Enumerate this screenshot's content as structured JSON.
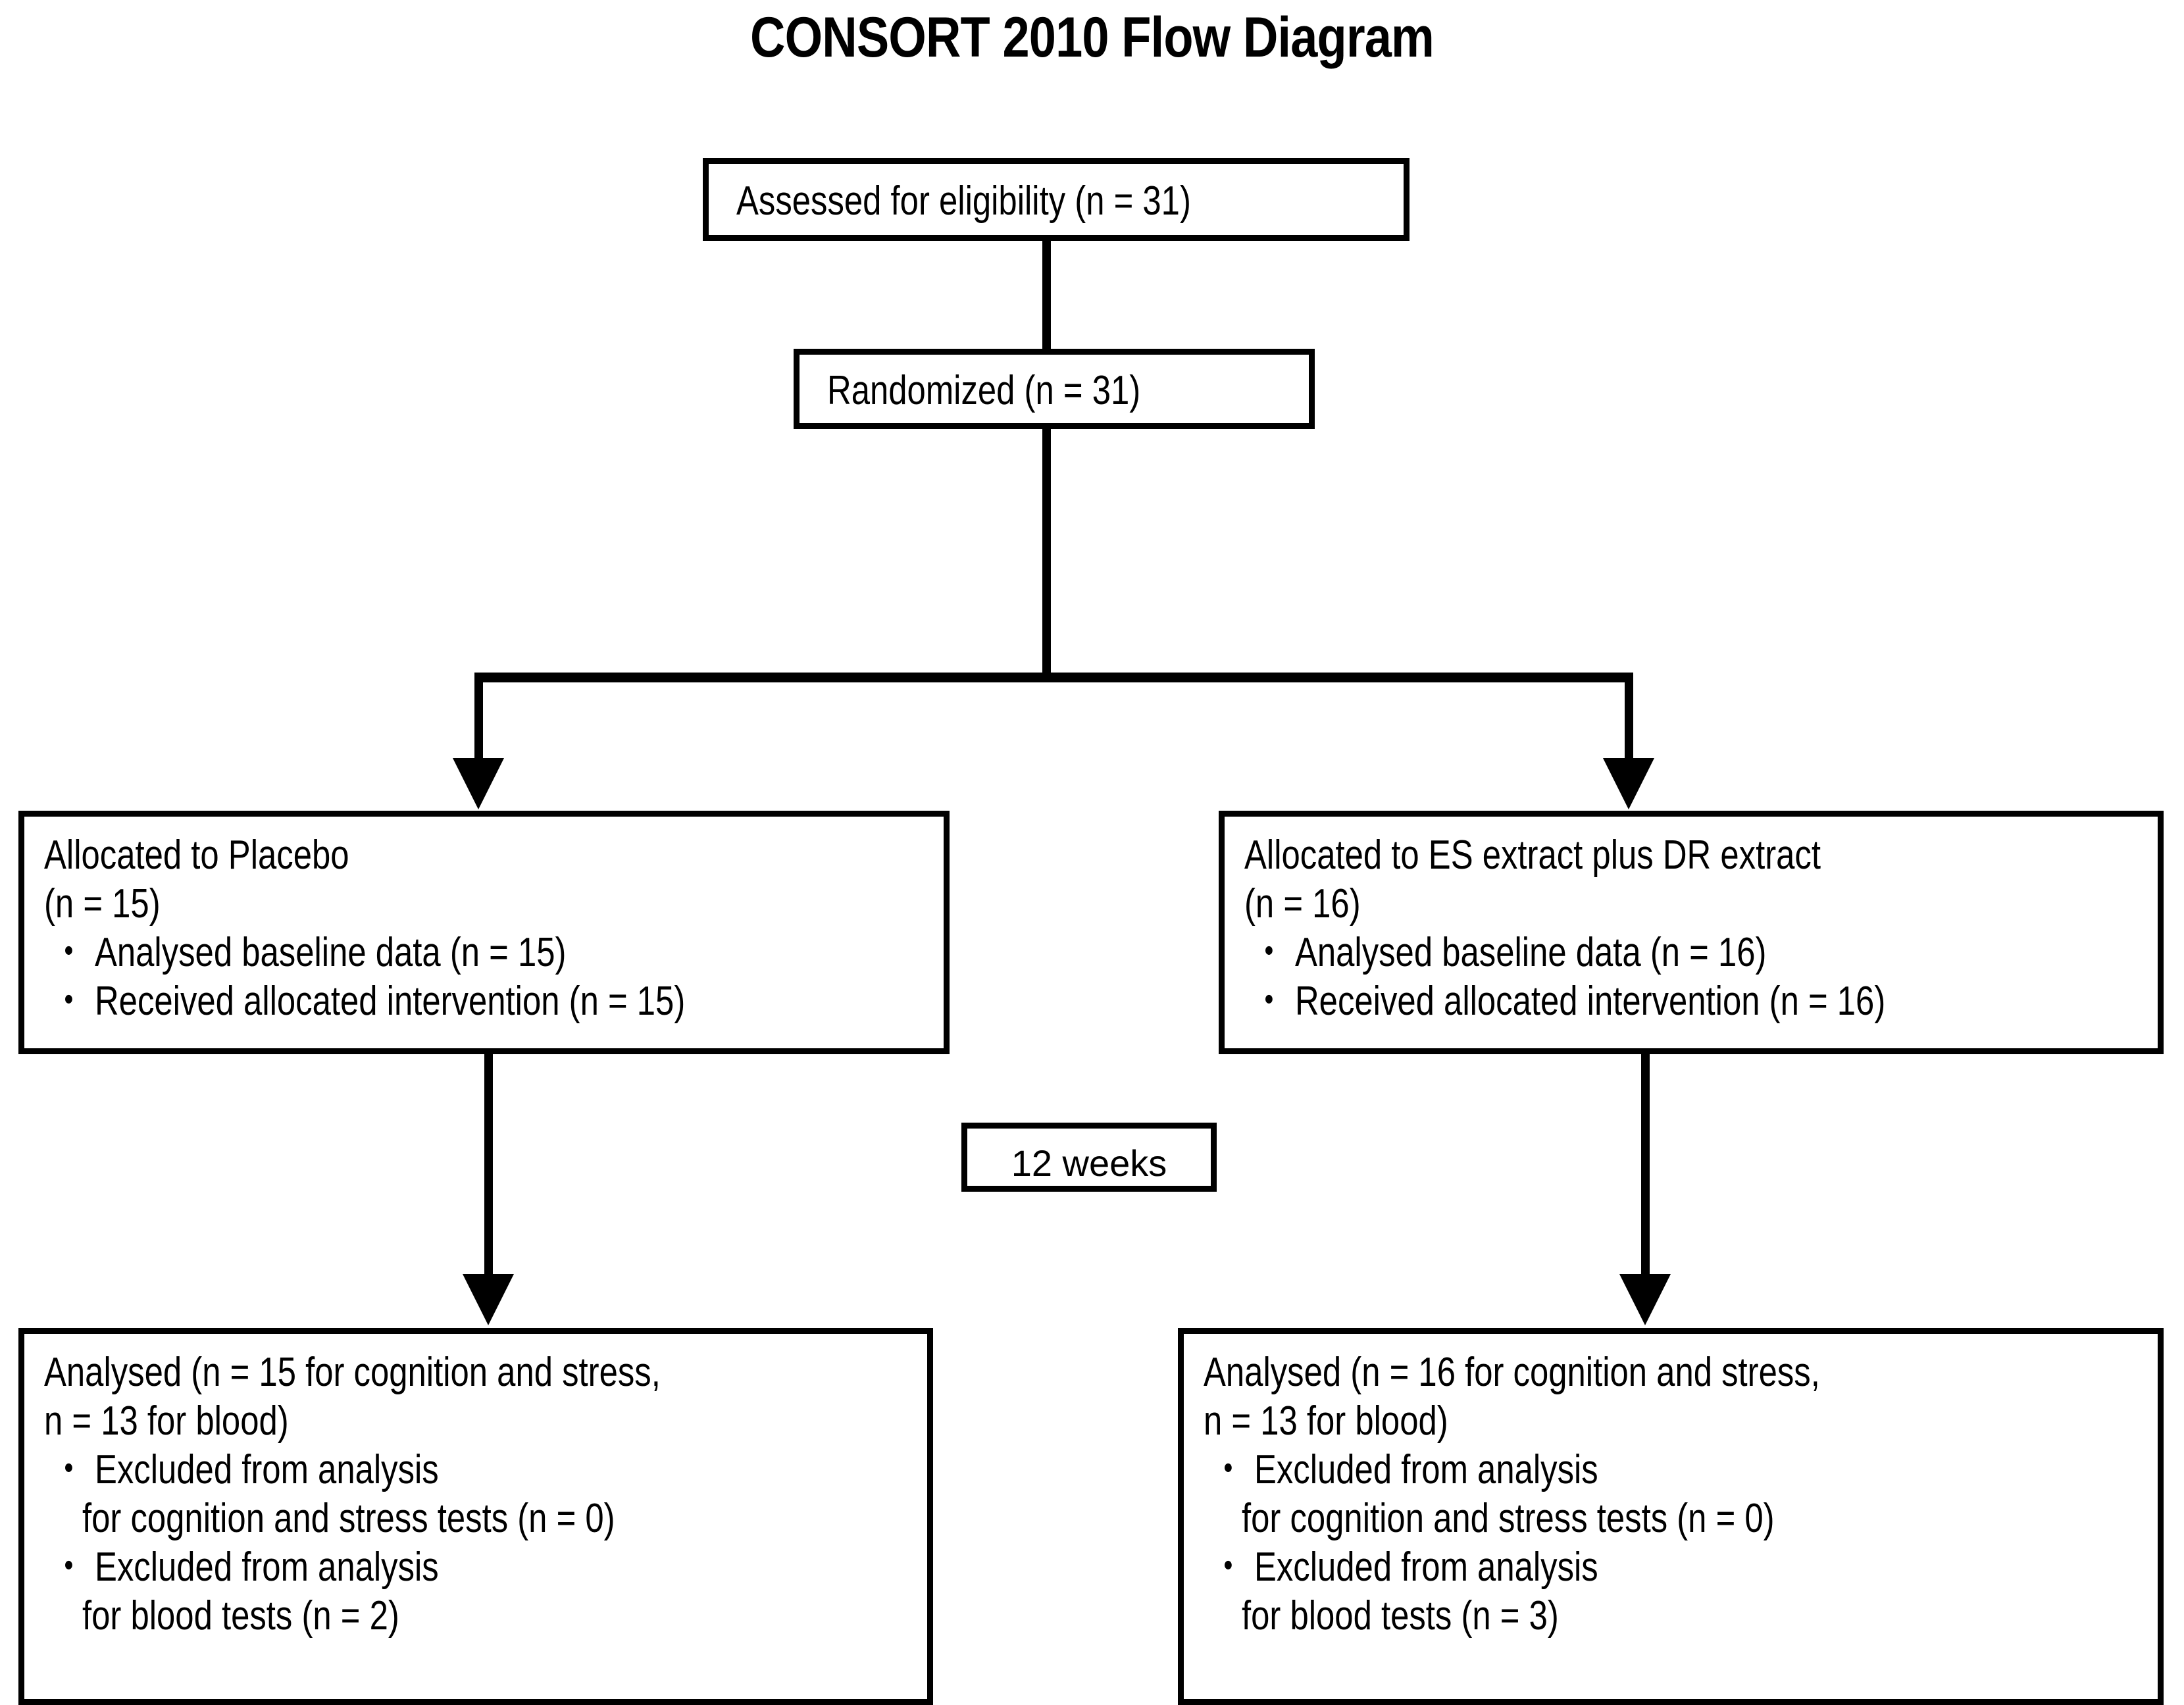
{
  "title": "CONSORT 2010 Flow Diagram",
  "nodes": {
    "assessed": {
      "text": "Assessed  for eligibility  (n = 31)"
    },
    "randomized": {
      "text": "Randomized  (n = 31)"
    },
    "allocation_left": {
      "line1": "Allocated  to Placebo",
      "line2": "(n = 15)",
      "line3": "・ Analysed  baseline data (n = 15)",
      "line4": "・ Received allocated intervention (n = 15)"
    },
    "allocation_right": {
      "line1": "Allocated  to ES extract plus DR extract",
      "line2": "(n = 16)",
      "line3": "・ Analysed  baseline data (n = 16)",
      "line4": "・ Received allocated intervention (n = 16)"
    },
    "interval": {
      "text": "12 weeks"
    },
    "analysed_left": {
      "line1": "Analysed  (n = 15 for cognition and stress,",
      "line2": "n = 13 for blood)",
      "line3": "・ Excluded  from analysis",
      "line4": "for cognition and stress tests (n = 0)",
      "line5": "・ Excluded  from analysis",
      "line6": "for blood tests (n = 2)"
    },
    "analysed_right": {
      "line1": "Analysed  (n = 16 for cognition and stress,",
      "line2": "n = 13 for blood)",
      "line3": "・ Excluded  from analysis",
      "line4": "for cognition and stress tests (n = 0)",
      "line5": "・ Excluded  from analysis",
      "line6": "for blood tests (n = 3)"
    }
  },
  "chart_data": {
    "type": "diagram",
    "diagram_kind": "CONSORT flow diagram",
    "title": "CONSORT 2010 Flow Diagram",
    "colors": {
      "stroke": "#000000",
      "fill": "#ffffff",
      "text": "#000000"
    },
    "stages": [
      {
        "id": "enrollment",
        "label": "Assessed  for eligibility  (n = 31)",
        "n": 31
      },
      {
        "id": "randomization",
        "label": "Randomized  (n = 31)",
        "n": 31
      },
      {
        "id": "allocation-placebo",
        "label": "Allocated  to Placebo",
        "n": 15,
        "items": [
          {
            "text": "Analysed  baseline data",
            "n": 15
          },
          {
            "text": "Received allocated intervention",
            "n": 15
          }
        ]
      },
      {
        "id": "allocation-treatment",
        "label": "Allocated  to ES extract plus DR extract",
        "n": 16,
        "items": [
          {
            "text": "Analysed  baseline data",
            "n": 16
          },
          {
            "text": "Received allocated intervention",
            "n": 16
          }
        ]
      },
      {
        "id": "interval",
        "label": "12 weeks"
      },
      {
        "id": "analysis-placebo",
        "label": "Analysed",
        "n_cognition_stress": 15,
        "n_blood": 13,
        "items": [
          {
            "text": "Excluded  from analysis for cognition and stress tests",
            "n": 0
          },
          {
            "text": "Excluded  from analysis for blood tests",
            "n": 2
          }
        ]
      },
      {
        "id": "analysis-treatment",
        "label": "Analysed",
        "n_cognition_stress": 16,
        "n_blood": 13,
        "items": [
          {
            "text": "Excluded  from analysis for cognition and stress tests",
            "n": 0
          },
          {
            "text": "Excluded  from analysis for blood tests",
            "n": 3
          }
        ]
      }
    ],
    "edges": [
      {
        "from": "enrollment",
        "to": "randomization",
        "style": "plain-line"
      },
      {
        "from": "randomization",
        "to": "allocation-placebo",
        "style": "elbow-arrow"
      },
      {
        "from": "randomization",
        "to": "allocation-treatment",
        "style": "elbow-arrow"
      },
      {
        "from": "allocation-placebo",
        "to": "analysis-placebo",
        "style": "arrow"
      },
      {
        "from": "allocation-treatment",
        "to": "analysis-treatment",
        "style": "arrow"
      }
    ]
  }
}
